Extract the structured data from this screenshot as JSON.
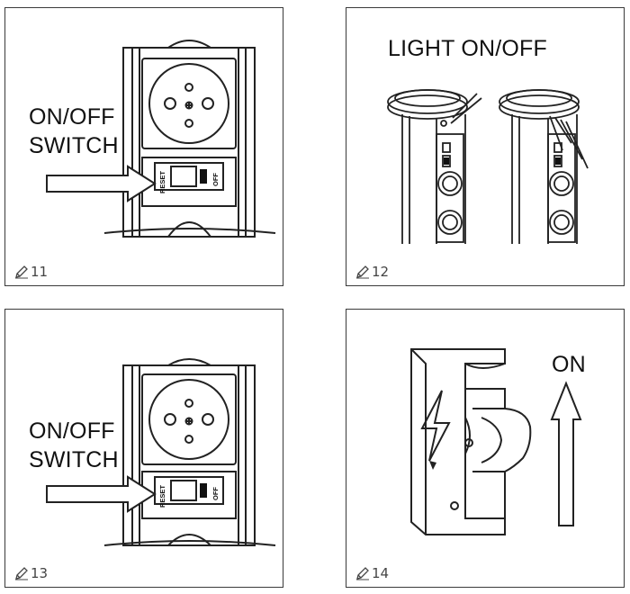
{
  "panels": [
    {
      "step": "11",
      "label_line1": "ON/OFF",
      "label_line2": "SWITCH",
      "switch_left": "RESET",
      "switch_right": "OFF"
    },
    {
      "step": "12",
      "label": "LIGHT ON/OFF"
    },
    {
      "step": "13",
      "label_line1": "ON/OFF",
      "label_line2": "SWITCH",
      "switch_left": "RESET",
      "switch_right": "OFF"
    },
    {
      "step": "14",
      "label": "ON"
    }
  ],
  "icons": {
    "step_marker": "pencil-icon",
    "power": "lightning-icon"
  }
}
